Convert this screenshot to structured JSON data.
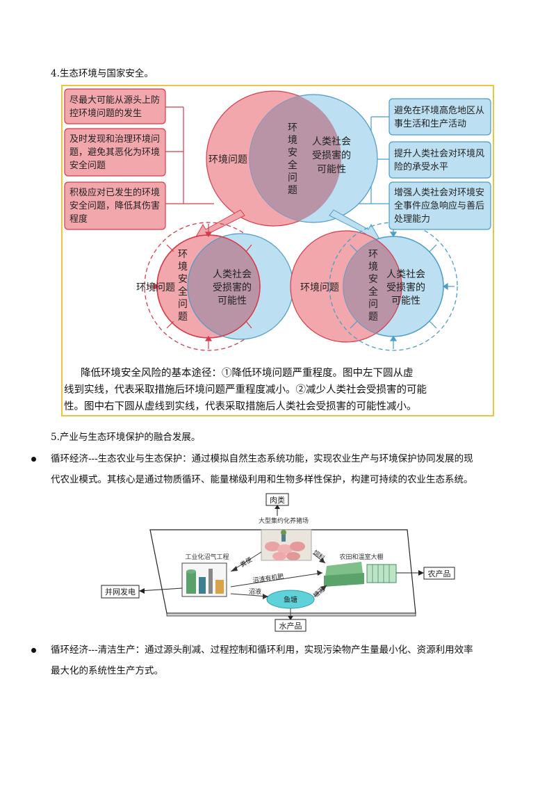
{
  "section4": {
    "heading": "4.生态环境与国家安全。"
  },
  "diagram1": {
    "left_boxes": [
      [
        "尽最大可能从源头上防",
        "控环境问题的发生"
      ],
      [
        "及时发现和治理环境问",
        "题，避免其恶化为环境",
        "安全问题"
      ],
      [
        "积极应对已发生的环境",
        "安全问题，降低其伤害",
        "程度"
      ]
    ],
    "right_boxes": [
      [
        "避免在环境高危地区从",
        "事生活和生产活动"
      ],
      [
        "提升人类社会对环境风",
        "险的承受水平"
      ],
      [
        "增强人类社会对环境安",
        "全事件应急响应与善后",
        "处理能力"
      ]
    ],
    "env_problem": "环境问题",
    "overlap_chars": [
      "环",
      "境",
      "安",
      "全",
      "问",
      "题"
    ],
    "human_risk": [
      "人类社会",
      "受损害的",
      "可能性"
    ],
    "caption_lines": [
      "降低环境安全风险的基本途径：①降低环境问题严重程度。图中左下圆从虚",
      "线到实线，代表采取措施后环境问题严重程度减小。②减少人类社会受损害的可能",
      "性。图中右下圆从虚线到实线，代表采取措施后人类社会受损害的可能性减小。"
    ],
    "colors": {
      "red_fill": "#f2a7ad",
      "red_stroke": "#d83a4a",
      "blue_fill": "#bcdff1",
      "blue_stroke": "#4a9cc9",
      "overlap": "#b894a6",
      "frame": "#e8c640"
    }
  },
  "section5": {
    "heading": "5.产业与生态环境保护的融合发展。",
    "bullet1_lines": [
      "循环经济---生态农业与生态保护：通过模拟自然生态系统功能，实现农业生产与环境保护协同发展的现",
      "代农业模式。其核心是通过物质循环、能量梯级利用和生物多样性保护，构建可持续的农业生态系统。"
    ],
    "bullet2_lines": [
      "循环经济---清洁生产：通过源头削减、过程控制和循环利用，实现污染物产生量最小化、资源利用效率",
      "最大化的系统性生产方式。"
    ]
  },
  "diagram2": {
    "meat": "肉类",
    "pig_farm": "大型集约化养猪场",
    "biogas": "工业化沼气工程",
    "farmland": "农田和温室大棚",
    "pond": "鱼塘",
    "grid": "并网发电",
    "agri": "农产品",
    "aquatic": "水产品",
    "manure": "粪便",
    "feed": "饲料",
    "biogas_fert": "沼渣有机肥",
    "biogas_liquid": "沼液",
    "pond_mud": "塘泥"
  }
}
